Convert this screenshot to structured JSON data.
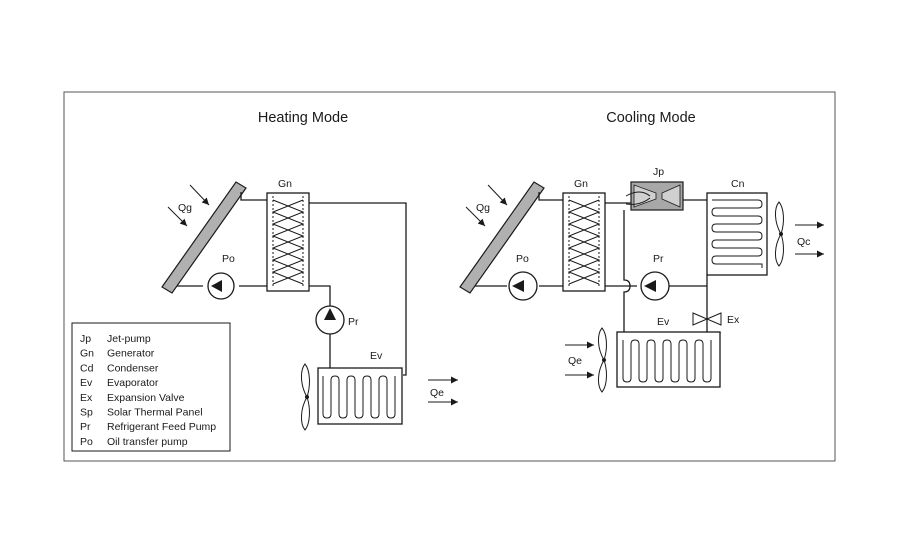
{
  "heating": {
    "title": "Heating Mode",
    "labels": {
      "qg": "Qg",
      "gn": "Gn",
      "po": "Po",
      "pr": "Pr",
      "ev": "Ev",
      "qe": "Qe"
    }
  },
  "cooling": {
    "title": "Cooling Mode",
    "labels": {
      "qg": "Qg",
      "gn": "Gn",
      "jp": "Jp",
      "cn": "Cn",
      "qc": "Qc",
      "po": "Po",
      "pr": "Pr",
      "ev": "Ev",
      "ex": "Ex",
      "qe": "Qe"
    }
  },
  "legend": [
    {
      "abbr": "Jp",
      "name": "Jet-pump"
    },
    {
      "abbr": "Gn",
      "name": "Generator"
    },
    {
      "abbr": "Cd",
      "name": "Condenser"
    },
    {
      "abbr": "Ev",
      "name": "Evaporator"
    },
    {
      "abbr": "Ex",
      "name": "Expansion Valve"
    },
    {
      "abbr": "Sp",
      "name": "Solar Thermal Panel"
    },
    {
      "abbr": "Pr",
      "name": "Refrigerant Feed Pump"
    },
    {
      "abbr": "Po",
      "name": "Oil transfer pump"
    }
  ]
}
